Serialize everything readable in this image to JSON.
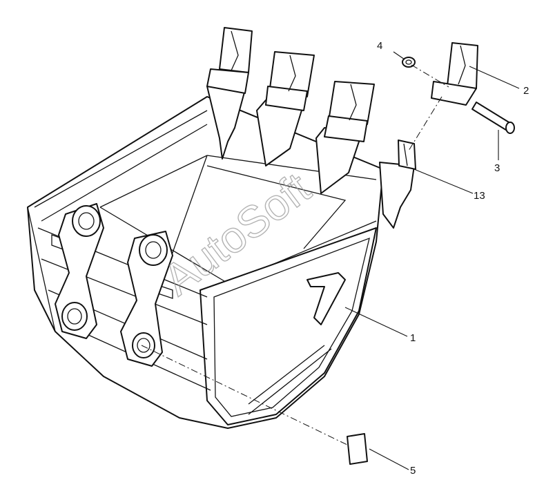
{
  "watermark": "AutoSoft",
  "callouts": [
    {
      "id": "c1",
      "label": "1"
    },
    {
      "id": "c2",
      "label": "2"
    },
    {
      "id": "c3",
      "label": "3"
    },
    {
      "id": "c4",
      "label": "4"
    },
    {
      "id": "c5",
      "label": "5"
    },
    {
      "id": "c13",
      "label": "13"
    }
  ]
}
